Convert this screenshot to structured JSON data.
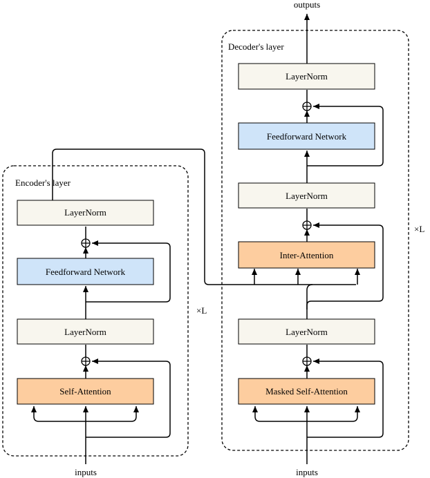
{
  "encoder": {
    "title": "Encoder's layer",
    "self_attention": "Self-Attention",
    "layernorm_1": "LayerNorm",
    "ffn": "Feedforward  Network",
    "layernorm_2": "LayerNorm",
    "repeat": "×L",
    "input": "inputs"
  },
  "decoder": {
    "title": "Decoder's layer",
    "masked_self_attention": "Masked Self-Attention",
    "layernorm_1": "LayerNorm",
    "inter_attention": "Inter-Attention",
    "layernorm_2": "LayerNorm",
    "ffn": "Feedforward  Network",
    "layernorm_3": "LayerNorm",
    "repeat": "×L",
    "input": "inputs",
    "output": "outputs"
  },
  "colors": {
    "attention": "#fdcd9f",
    "ffn": "#cfe4f9",
    "layernorm": "#f8f6ee",
    "stroke": "#000000"
  }
}
